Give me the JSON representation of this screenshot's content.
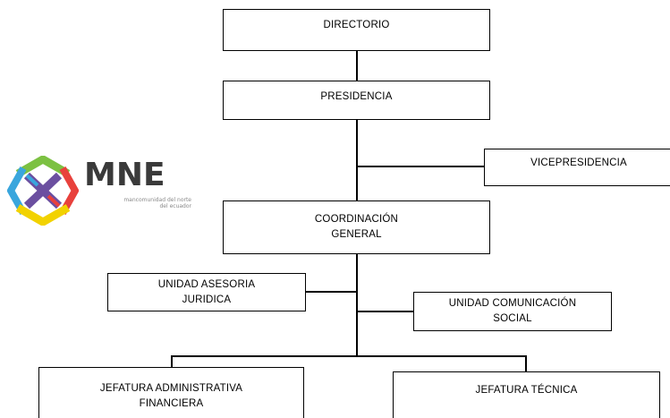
{
  "org_chart": {
    "directorio": "DIRECTORIO",
    "presidencia": "PRESIDENCIA",
    "vicepresidencia": "VICEPRESIDENCIA",
    "coordinacion": [
      "COORDINACIÓN",
      "GENERAL"
    ],
    "asesoria_juridica": [
      "UNIDAD ASESORIA",
      "JURIDICA"
    ],
    "comunicacion_social": [
      "UNIDAD COMUNICACIÓN",
      "SOCIAL"
    ],
    "jefatura_administrativa": [
      "JEFATURA ADMINISTRATIVA",
      "FINANCIERA"
    ],
    "jefatura_tecnica": "JEFATURA TÉCNICA"
  },
  "logo": {
    "wordmark": "MNE",
    "tagline": [
      "mancomunidad del norte",
      "del ecuador"
    ],
    "colors": {
      "green": "#7cc142",
      "purple": "#6b4fa0",
      "yellow": "#f2d200",
      "blue": "#3aa6dd",
      "red": "#e8413c",
      "text": "#3a3a3a"
    }
  }
}
